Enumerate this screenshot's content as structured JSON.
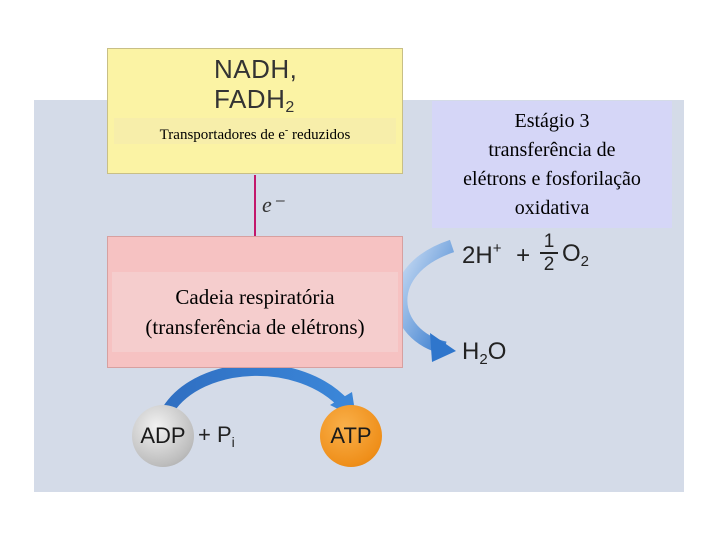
{
  "carriers": {
    "nadh": "NADH,",
    "fadh_prefix": "FADH",
    "fadh_sub": "2",
    "label_before": "Transportadores de e",
    "label_sup": "-",
    "label_after": " reduzidos"
  },
  "electron": "e⁻",
  "chain": {
    "line1": "Cadeia respiratória",
    "line2": "(transferência de elétrons)"
  },
  "stage": {
    "line1": "Estágio 3",
    "line2": "transferência de",
    "line3": "elétrons e fosforilação",
    "line4": "oxidativa"
  },
  "reactant": {
    "h": "2H",
    "h_sup": "+",
    "plus": "+",
    "frac_num": "1",
    "frac_den": "2",
    "o": "O",
    "o_sub": "2"
  },
  "product": {
    "h": "H",
    "h_sub": "2",
    "o": "O"
  },
  "phosphorylation": {
    "adp": "ADP",
    "plus": "+ P",
    "pi_sub": "i",
    "atp": "ATP"
  },
  "colors": {
    "panel": "#d4dbe8",
    "carriers_box": "#fbf3a4",
    "chain_box": "#f6c2c2",
    "stage_box": "#d5d6f7",
    "arrow_blue": "#3a7fd0",
    "arrow_magenta": "#c2186b",
    "atp": "#ef8f1a",
    "adp": "#bdbdbd"
  }
}
